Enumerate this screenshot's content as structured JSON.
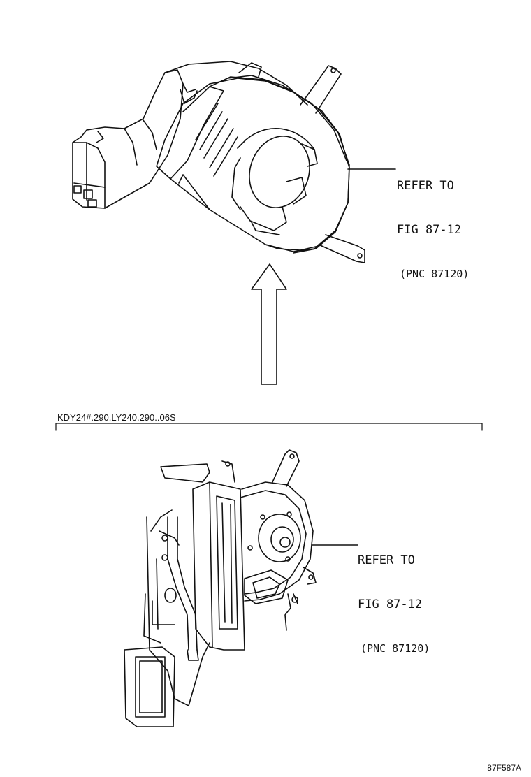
{
  "top_callout": {
    "line1": "REFER TO",
    "line2": "FIG 87-12",
    "line3": "(PNC 87120)"
  },
  "variant_label": "KDY24#.290.LY240.290..06S",
  "bottom_callout": {
    "line1": "REFER TO",
    "line2": "FIG 87-12",
    "line3": "(PNC 87120)"
  },
  "figure_id": "87F587A"
}
